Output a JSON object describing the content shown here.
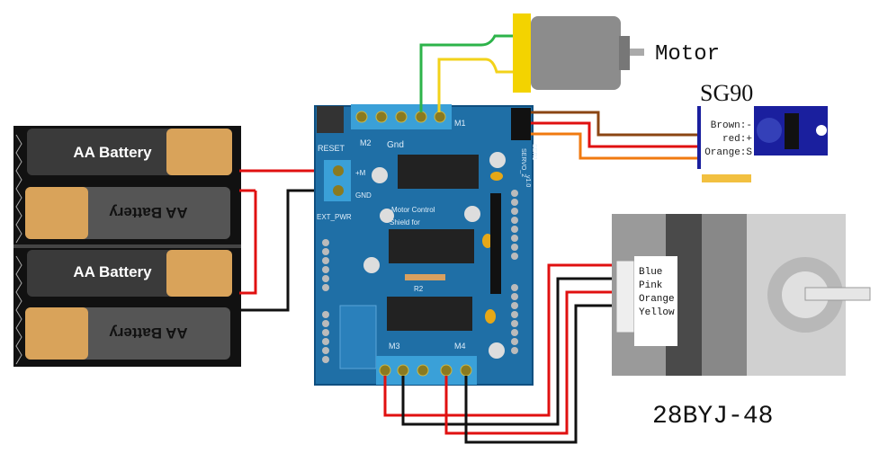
{
  "battery_pack": {
    "cells": [
      {
        "label": "AA Battery",
        "flipped": false
      },
      {
        "label": "AA Battery",
        "flipped": true
      },
      {
        "label": "AA Battery",
        "flipped": false
      },
      {
        "label": "AA Battery",
        "flipped": true
      }
    ]
  },
  "shield": {
    "labels": {
      "reset": "RESET",
      "ext_pwr": "EXT_PWR",
      "plus_m": "+M",
      "gnd": "GND",
      "gnd2": "Gnd",
      "m1": "M1",
      "m2": "M2",
      "m3": "M3",
      "m4": "M4",
      "servo2": "SERVO_2",
      "ser1": "SER1",
      "title": "Motor Control",
      "subtitle": "Shield for",
      "r2": "R2",
      "version": "v1.0"
    }
  },
  "dc_motor": {
    "label": "Motor"
  },
  "servo": {
    "title": "SG90",
    "pins": [
      "Brown:-",
      "red:+",
      "Orange:S"
    ]
  },
  "stepper": {
    "title": "28BYJ-48",
    "wires": [
      "Blue",
      "Pink",
      "Orange",
      "Yellow"
    ]
  },
  "colors": {
    "board": "#1f6fa6",
    "terminal": "#3aa0d8",
    "wire_red": "#e01010",
    "wire_black": "#111111",
    "wire_green": "#2db34a",
    "wire_yellow": "#f2d21a",
    "wire_brown": "#8b4513",
    "wire_orange": "#f07a10",
    "servo_blue": "#1a1f9e",
    "battery_orange": "#d9a35a"
  }
}
